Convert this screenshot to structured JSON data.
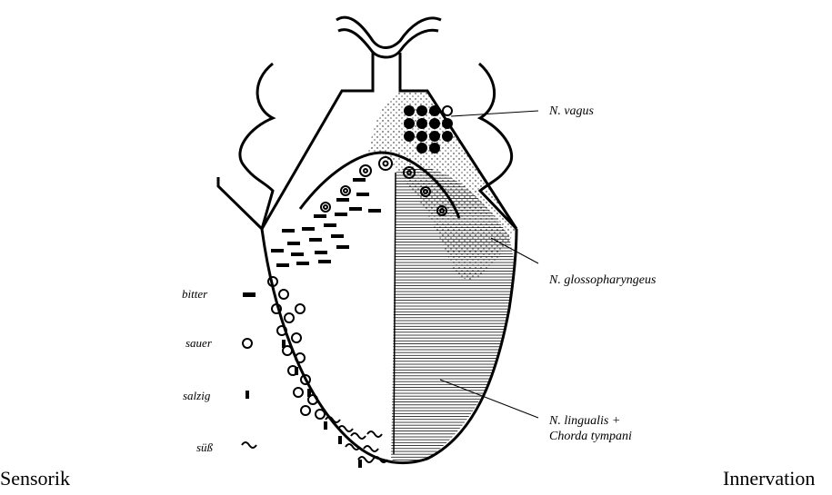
{
  "nerves": {
    "vagus": "N. vagus",
    "glosso": "N. glossopharyngeus",
    "lingualis_1": "N. lingualis +",
    "lingualis_2": "Chorda tympani"
  },
  "legend": {
    "bitter": "bitter",
    "sauer": "sauer",
    "salzig": "salzig",
    "suess": "süß"
  },
  "footer": {
    "left": "Sensorik",
    "right": "Innervation"
  }
}
